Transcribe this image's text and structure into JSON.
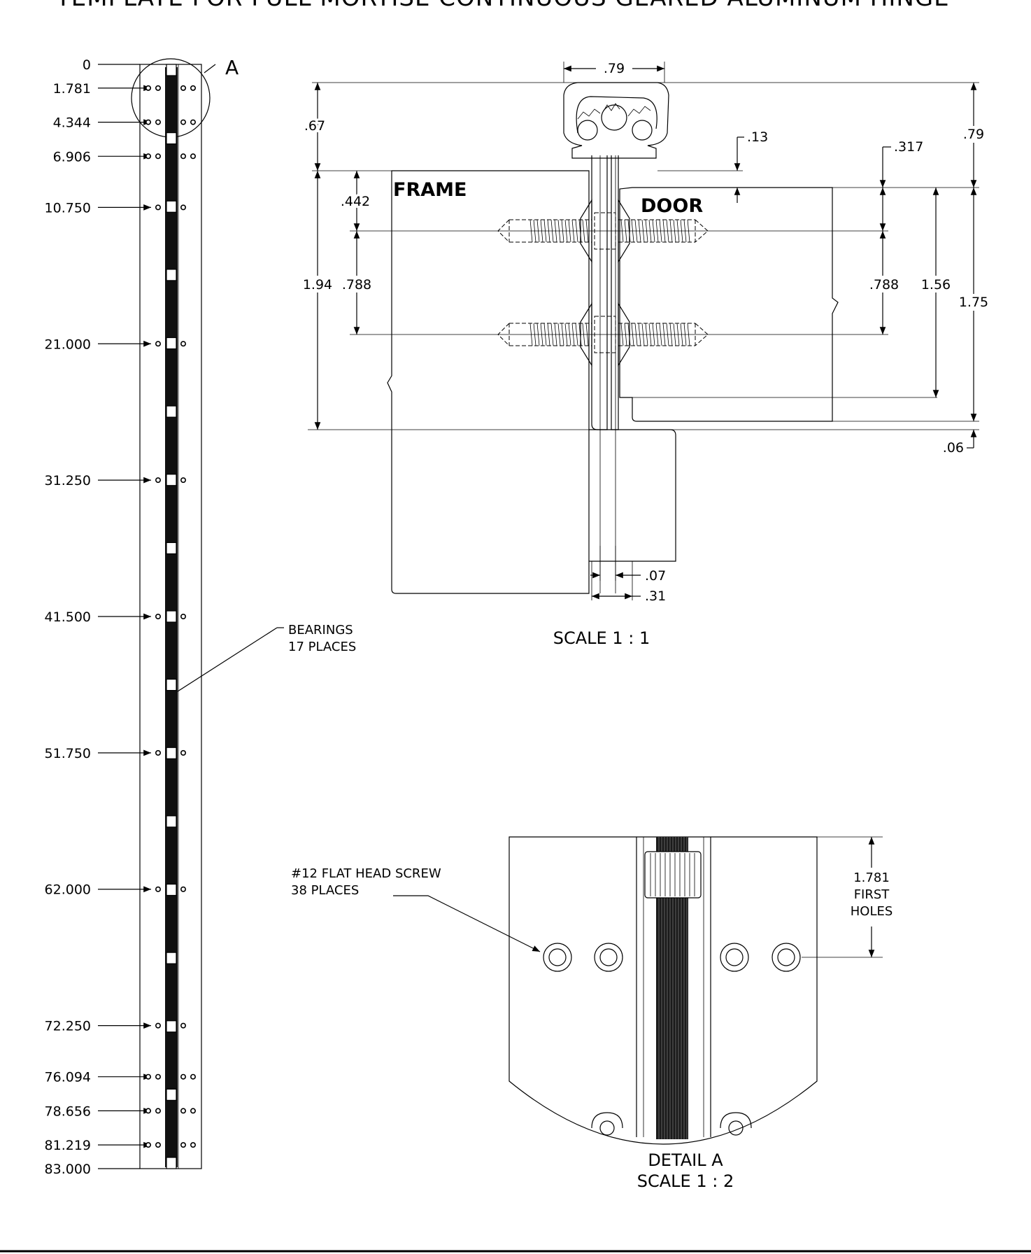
{
  "header": {
    "title": "TEMPLATE FOR FULL MORTISE CONTINUOUS GEARED ALUMINUM HINGE"
  },
  "elevation": {
    "stations": [
      "0",
      "1.781",
      "4.344",
      "6.906",
      "10.750",
      "21.000",
      "31.250",
      "41.500",
      "51.750",
      "62.000",
      "72.250",
      "76.094",
      "78.656",
      "81.219",
      "83.000"
    ],
    "detail_callout": "A",
    "bearings_note": [
      "BEARINGS",
      "17 PLACES"
    ]
  },
  "section": {
    "frame_label": "FRAME",
    "door_label": "DOOR",
    "dims": {
      "width_top": ".79",
      "left_top": ".67",
      "frame_height": "1.94",
      "first_hole": ".442",
      "hole_spacing_left": ".788",
      "step": ".13",
      "door_offset": ".317",
      "hole_spacing_right": ".788",
      "door_leaf": "1.56",
      "door_height": "1.75",
      "overall_right": ".79",
      "bottom_gap": ".06",
      "gap": ".07",
      "leaf_thickness": ".31"
    },
    "scale": "SCALE 1 : 1"
  },
  "detail": {
    "screw_note": [
      "#12 FLAT HEAD SCREW",
      "38 PLACES"
    ],
    "first_holes": [
      "1.781",
      "FIRST",
      "HOLES"
    ],
    "title": "DETAIL A",
    "scale": "SCALE 1 : 2"
  }
}
